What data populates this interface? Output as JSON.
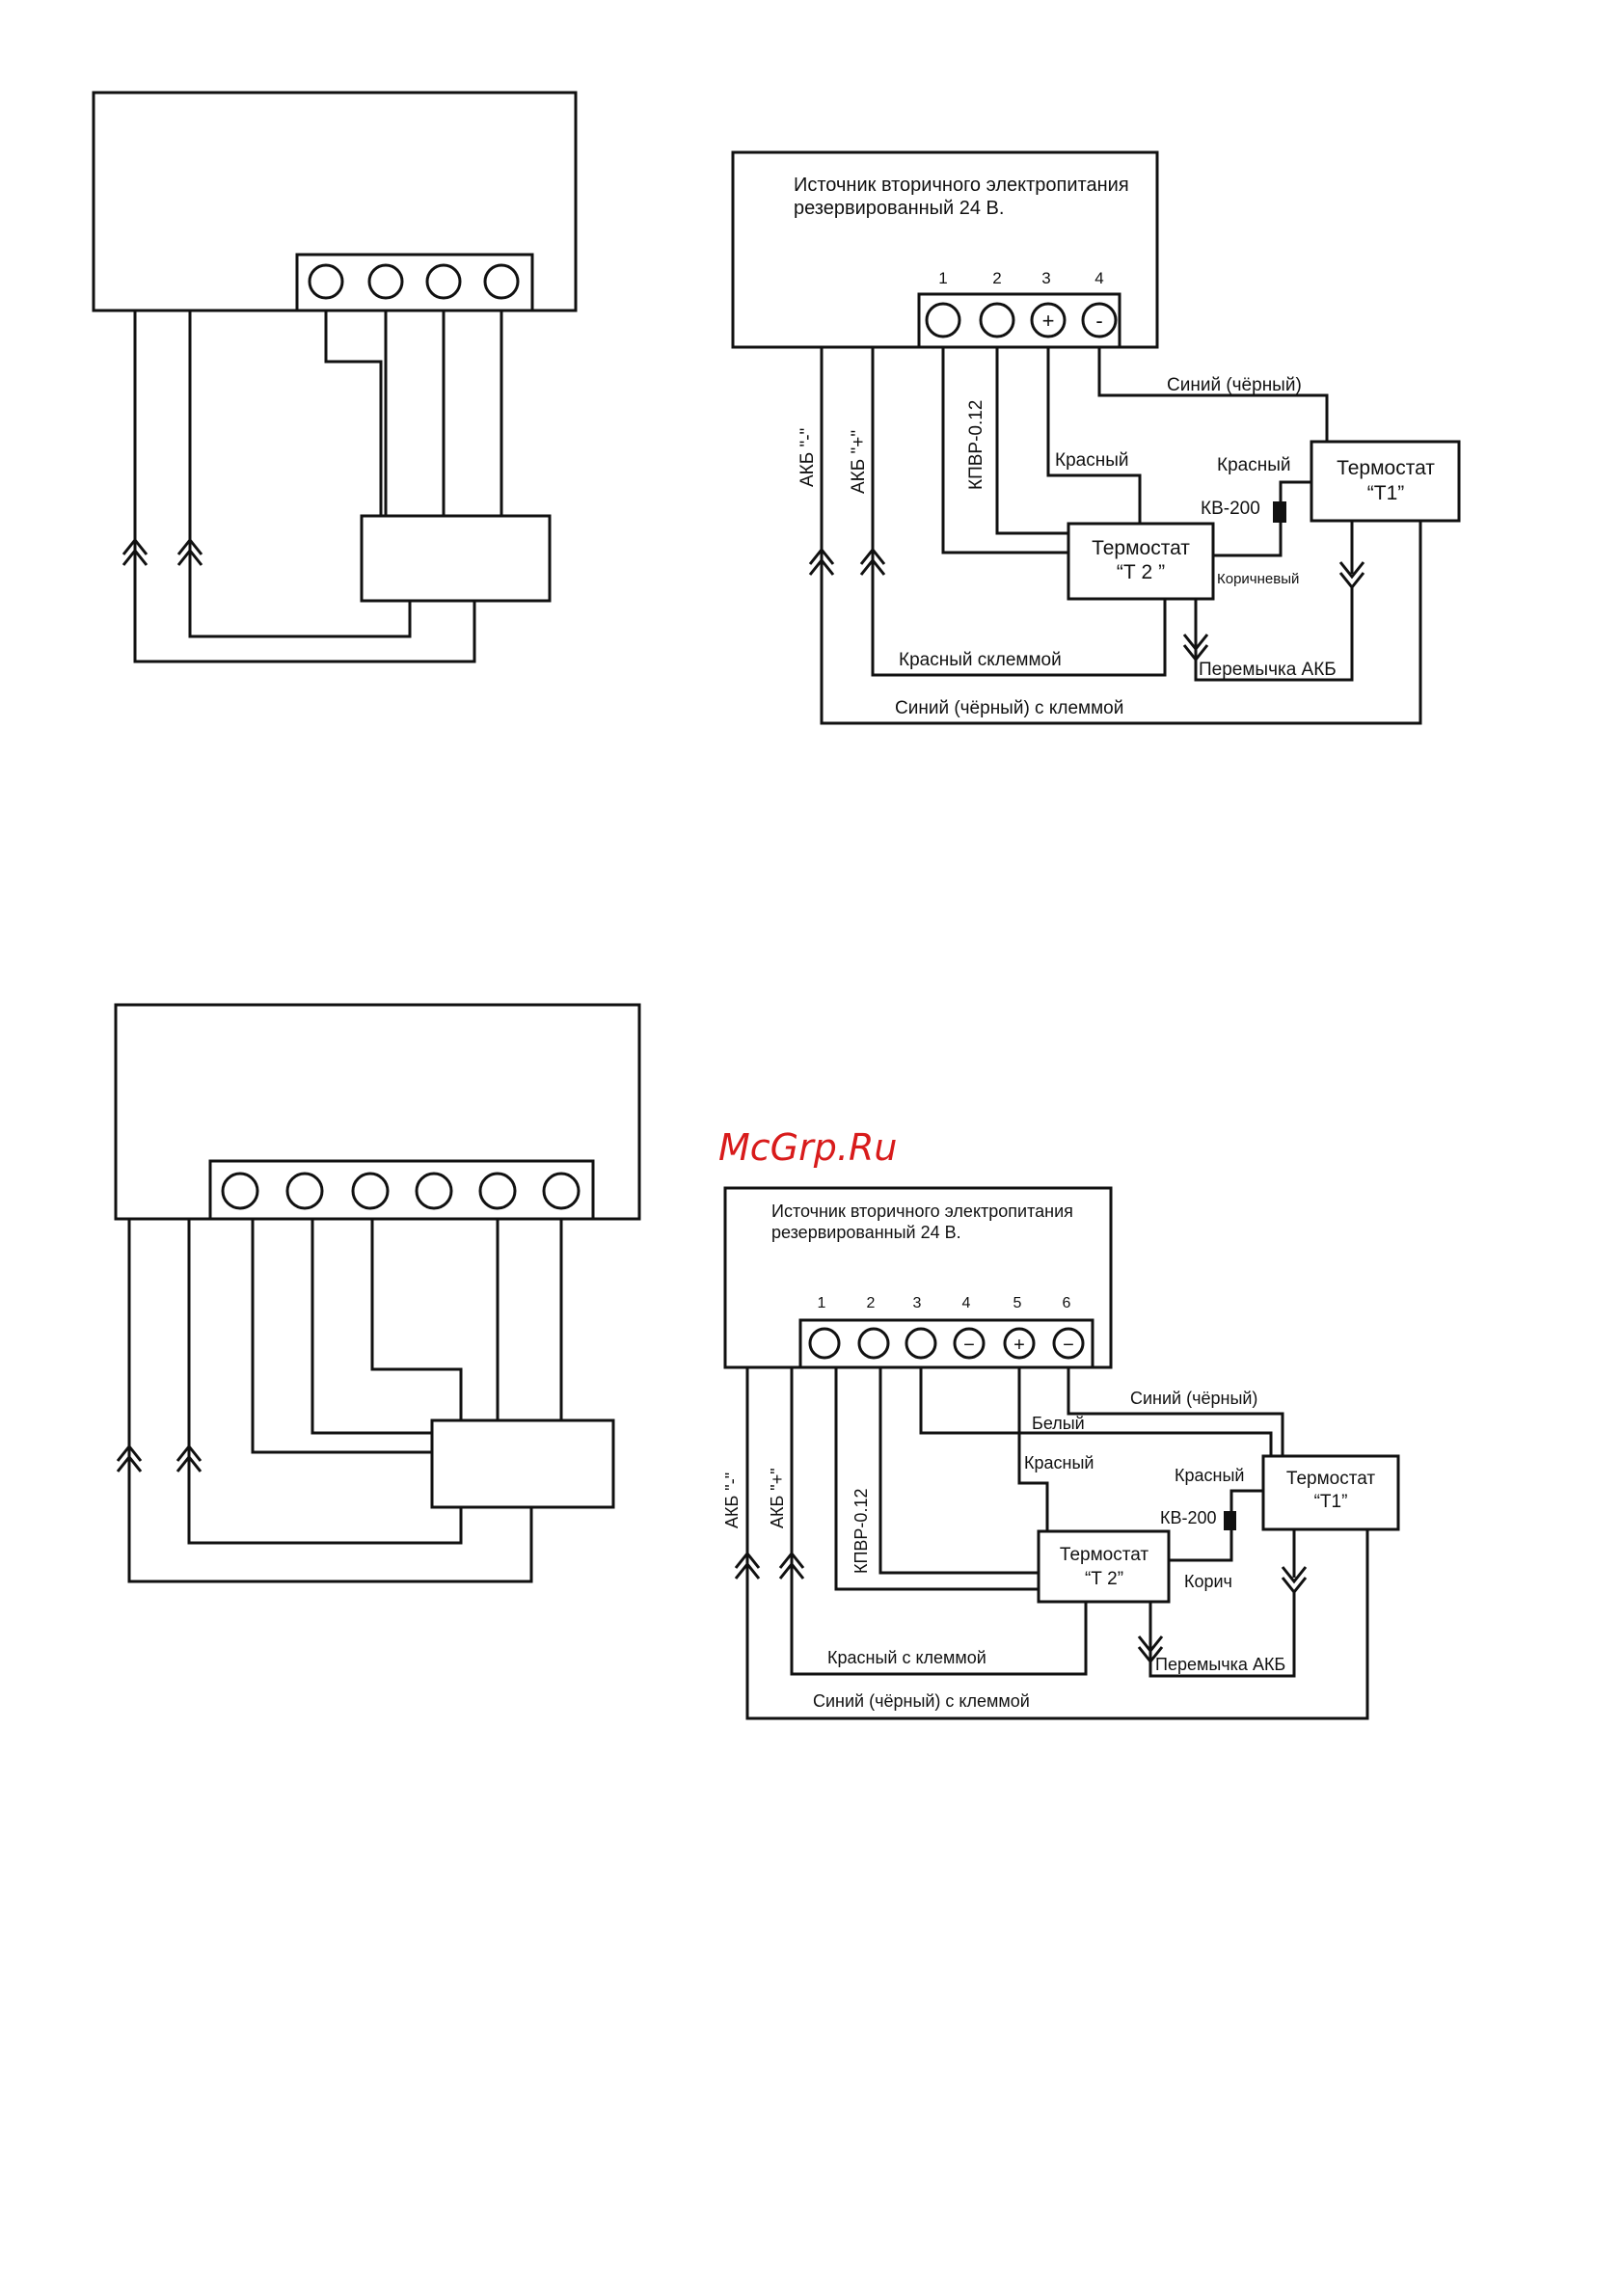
{
  "watermark": "McGrp.Ru",
  "diagram_top": {
    "title_line1": "Источник вторичного электропитания",
    "title_line2": "резервированный 24 В.",
    "terminal_numbers": [
      "1",
      "2",
      "3",
      "4"
    ],
    "terminal_symbols": [
      "",
      "",
      "+",
      "-"
    ],
    "cable_label": "КПВР-0.12",
    "akb_minus": "АКБ \"-\"",
    "akb_plus": "АКБ \"+\"",
    "wire_blue_black": "Синий (чёрный)",
    "wire_red_1": "Красный",
    "wire_red_2": "Красный",
    "kv_label": "КВ-200",
    "wire_brown": "Коричневый",
    "thermostat_t1": {
      "name": "Термостат",
      "id": "“Т1”"
    },
    "thermostat_t2": {
      "name": "Термостат",
      "id": "“Т 2 ”"
    },
    "red_clamp": "Красный склеммой",
    "akb_jumper": "Перемычка АКБ",
    "blue_clamp": "Синий (чёрный) с клеммой"
  },
  "diagram_bottom": {
    "title_line1": "Источник вторичного электропитания",
    "title_line2": "резервированный 24 В.",
    "terminal_numbers": [
      "1",
      "2",
      "3",
      "4",
      "5",
      "6"
    ],
    "terminal_symbols": [
      "",
      "",
      "",
      "−",
      "+",
      "−"
    ],
    "cable_label": "КПВР-0.12",
    "akb_minus": "АКБ \"-\"",
    "akb_plus": "АКБ \"+\"",
    "wire_blue_black": "Синий (чёрный)",
    "wire_white": "Белый",
    "wire_red_1": "Красный",
    "wire_red_2": "Красный",
    "kv_label": "КВ-200",
    "wire_brown": "Корич",
    "thermostat_t1": {
      "name": "Термостат",
      "id": "“Т1”"
    },
    "thermostat_t2": {
      "name": "Термостат",
      "id": "“Т 2”"
    },
    "red_clamp": "Красный с клеммой",
    "akb_jumper": "Перемычка АКБ",
    "blue_clamp": "Синий (чёрный) с клеммой"
  }
}
